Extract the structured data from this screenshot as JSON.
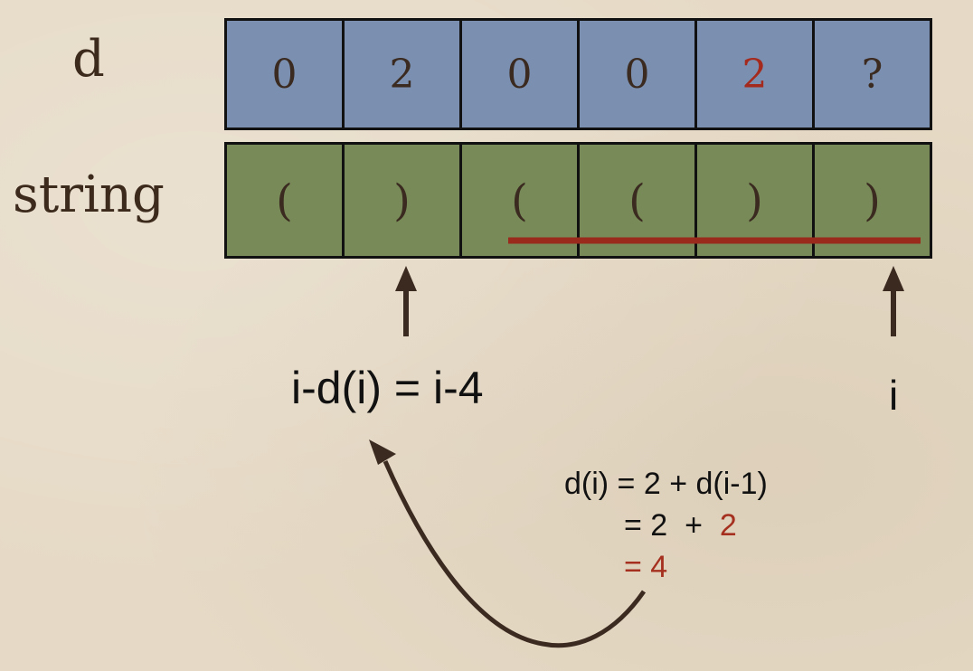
{
  "labels": {
    "d": "d",
    "string": "string"
  },
  "d_row": [
    "0",
    "2",
    "0",
    "0",
    "2",
    "?"
  ],
  "string_row": [
    "(",
    ")",
    "(",
    "(",
    ")",
    ")"
  ],
  "expressions": {
    "left_index": "i-d(i) = i-4",
    "right_index": "i"
  },
  "calculation": {
    "line1": "d(i) = 2 + d(i-1)",
    "line2_prefix": "= 2  +  ",
    "line2_value": "2",
    "line3": "= 4"
  },
  "colors": {
    "background": "#e6dac6",
    "d_cell": "#7b90b0",
    "string_cell": "#788a58",
    "highlight": "#a52a1e",
    "arrow": "#3b2a20"
  }
}
